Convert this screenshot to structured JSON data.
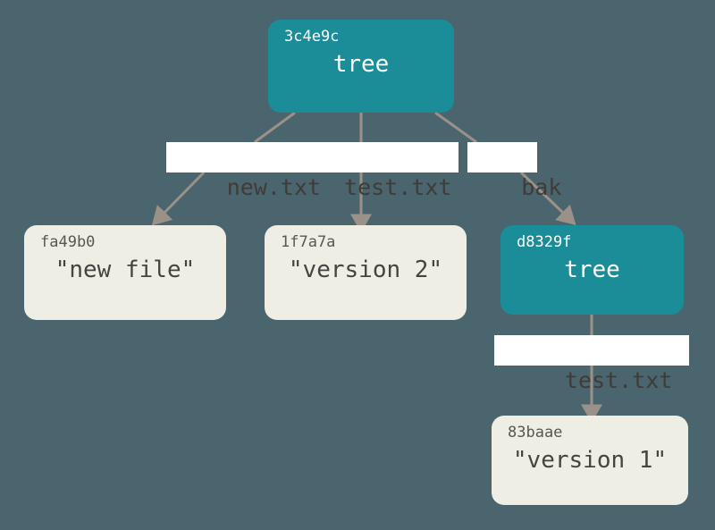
{
  "diagram": {
    "title": "Git tree object diagram",
    "background_color": "#4b656e",
    "tree_node_color": "#1a8d99",
    "blob_node_color": "#eeeee4",
    "edge_color": "#9a9288",
    "label_box_color": "#ffffff"
  },
  "nodes": [
    {
      "id": "root-tree",
      "hash": "3c4e9c",
      "content": "tree",
      "type": "tree"
    },
    {
      "id": "blob-new-file",
      "hash": "fa49b0",
      "content": "\"new file\"",
      "type": "blob"
    },
    {
      "id": "blob-version-2",
      "hash": "1f7a7a",
      "content": "\"version 2\"",
      "type": "blob"
    },
    {
      "id": "sub-tree",
      "hash": "d8329f",
      "content": "tree",
      "type": "tree"
    },
    {
      "id": "blob-version-1",
      "hash": "83baae",
      "content": "\"version 1\"",
      "type": "blob"
    }
  ],
  "edge_labels": [
    {
      "id": "label-new-txt",
      "text": "new.txt"
    },
    {
      "id": "label-test-txt-root",
      "text": "test.txt"
    },
    {
      "id": "label-bak",
      "text": "bak"
    },
    {
      "id": "label-test-txt-sub",
      "text": "test.txt"
    }
  ]
}
